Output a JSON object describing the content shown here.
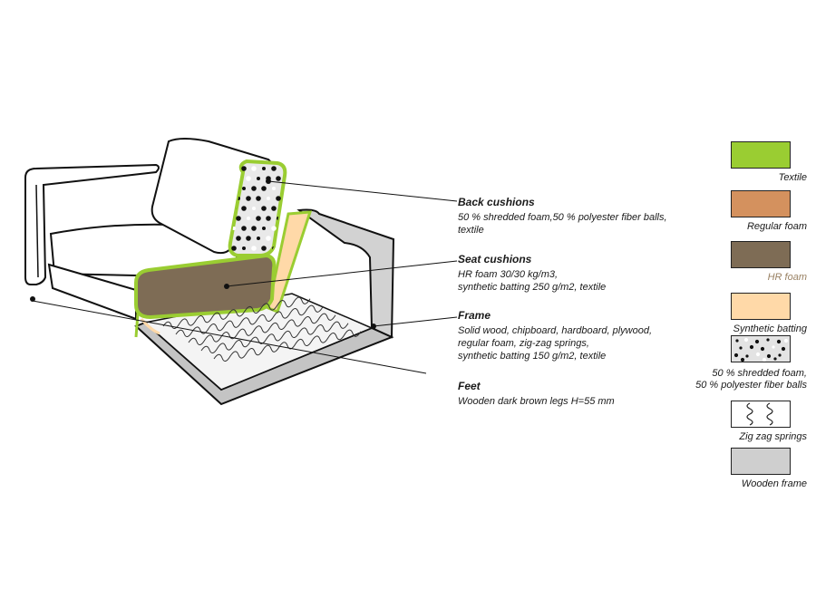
{
  "callouts": [
    {
      "title": "Back cushions",
      "desc": "50 % shredded foam,50 % polyester fiber balls,\ntextile"
    },
    {
      "title": "Seat cushions",
      "desc": "HR foam 30/30 kg/m3,\nsynthetic batting 250 g/m2, textile"
    },
    {
      "title": "Frame",
      "desc": "Solid wood, chipboard, hardboard, plywood,\n regular foam, zig-zag springs,\nsynthetic batting 150 g/m2, textile"
    },
    {
      "title": "Feet",
      "desc": "Wooden dark brown legs H=55 mm"
    }
  ],
  "legend": [
    {
      "label": "Textile",
      "color": "#9acd32",
      "pattern": "solid",
      "label_color": "#1a1a1a"
    },
    {
      "label": "Regular foam",
      "color": "#d4915e",
      "pattern": "solid",
      "label_color": "#1a1a1a"
    },
    {
      "label": "HR foam",
      "color": "#7e6c55",
      "pattern": "solid",
      "label_color": "#9a8264"
    },
    {
      "label": "Synthetic batting",
      "color": "#ffd9a8",
      "pattern": "solid",
      "label_color": "#1a1a1a"
    },
    {
      "label": "50 % shredded foam,\n50 % polyester fiber balls",
      "color": "#e3e3e3",
      "pattern": "dots",
      "label_color": "#1a1a1a"
    },
    {
      "label": "Zig zag springs",
      "color": "#ffffff",
      "pattern": "springs",
      "label_color": "#1a1a1a"
    },
    {
      "label": "Wooden frame",
      "color": "#cfcfcf",
      "pattern": "solid",
      "label_color": "#1a1a1a"
    }
  ],
  "colors": {
    "textile": "#9acd32",
    "hr_foam": "#7e6c55",
    "batting": "#ffd9a8",
    "frame": "#d2d2d2",
    "frame_dark": "#b9b9b9",
    "outline": "#111111"
  }
}
